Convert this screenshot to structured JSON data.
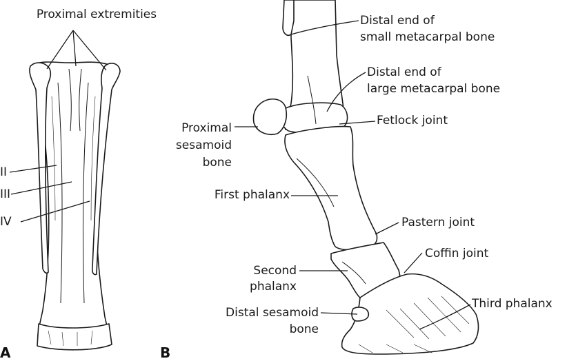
{
  "panels": {
    "a": "A",
    "b": "B"
  },
  "labels": {
    "proximal_extremities": "Proximal extremities",
    "roman_ii": "II",
    "roman_iii": "III",
    "roman_iv": "IV",
    "distal_small_1": "Distal end of",
    "distal_small_2": "small metacarpal bone",
    "distal_large_1": "Distal end of",
    "distal_large_2": "large metacarpal bone",
    "fetlock_joint": "Fetlock joint",
    "prox_sesamoid_1": "Proximal",
    "prox_sesamoid_2": "sesamoid",
    "prox_sesamoid_3": "bone",
    "first_phalanx": "First phalanx",
    "pastern_joint": "Pastern joint",
    "coffin_joint": "Coffin joint",
    "second_phalanx_1": "Second",
    "second_phalanx_2": "phalanx",
    "third_phalanx": "Third phalanx",
    "distal_sesamoid_1": "Distal sesamoid",
    "distal_sesamoid_2": "bone"
  }
}
